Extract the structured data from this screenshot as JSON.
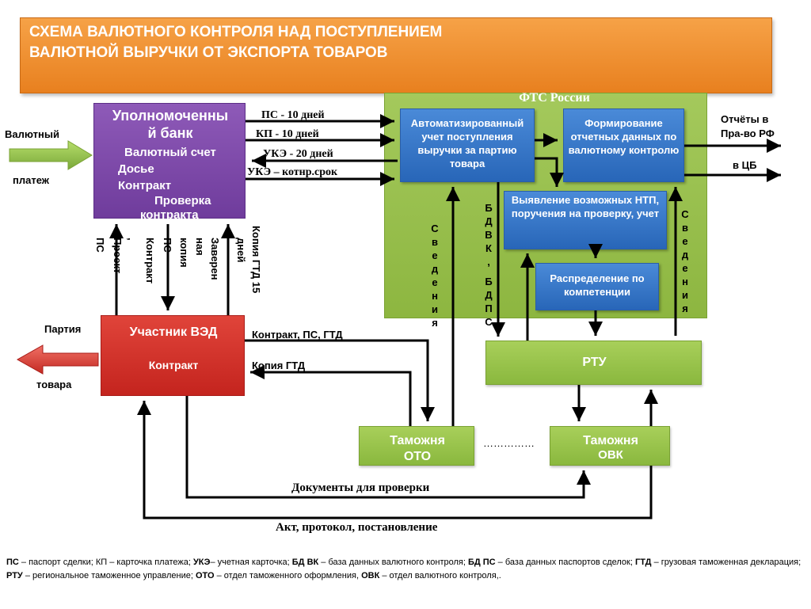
{
  "title": {
    "line1": "СХЕМА  ВАЛЮТНОГО КОНТРОЛЯ  НАД  ПОСТУПЛЕНИЕМ",
    "line2": "ВАЛЮТНОЙ ВЫРУЧКИ  ОТ ЭКСПОРТА  ТОВАРОВ"
  },
  "fts": {
    "label": "ФТС России"
  },
  "bank": {
    "title1": "Уполномоченны",
    "title2": "й банк",
    "item1": "Валютный счет",
    "item2": "Досье",
    "item3": "Контракт",
    "item4": "Проверка",
    "item5": "контракта"
  },
  "ved": {
    "title": "Участник ВЭД",
    "sub": "Контракт"
  },
  "boxes": {
    "auto": "Автоматизированный учет поступления выручки за партию товара",
    "form": "Формирование отчетных данных по валютному контролю",
    "detect": "Выявление возможных НТП, поручения на проверку, учет",
    "distrib": "Распределение по компетенции",
    "rtu": "РТУ",
    "oto1": "Таможня",
    "oto2": "ОТО",
    "ovk1": "Таможня",
    "ovk2": "ОВК"
  },
  "labels": {
    "payment1": "Валютный",
    "payment2": "платеж",
    "party": "Партия",
    "goods": "товара",
    "ps10": "ПС - 10 дней",
    "kp10": "КП - 10 дней",
    "uke20": "УКЭ - 20 дней",
    "ukeK": "УКЭ – котнр.срок",
    "reports1": "Отчёты в",
    "reports2": "Пра-во РФ",
    "cb": "в ЦБ",
    "contractPsGtd": "Контракт, ПС, ГТД",
    "copyGtd": "Копия ГТД",
    "docs": "Документы для проверки",
    "act": "Акт, протокол, постановление",
    "dots": "……………",
    "vPs": "ПС",
    "vProject": "Проект",
    "vComma": ",",
    "vContract": "Контракт",
    "vPs2": "ПС",
    "vCopy1": "копия",
    "vCopy2": "ная",
    "vCopy3": "Заверен",
    "vGtd1": "Копия ГТД 15",
    "vGtd2": "дней",
    "svedLeft": "Сведения",
    "svedRight": "Сведения",
    "bdvk1": "БДВК,",
    "bdvk2": "БДПС"
  },
  "legend": {
    "t1": "ПС",
    "d1": " – паспорт сделки; КП – карточка платежа; ",
    "t2": "УКЭ",
    "d2": "– учетная карточка; ",
    "t3": "БД ВК",
    "d3": " – база данных валютного контроля; ",
    "t4": "БД ПС",
    "d4": " – база данных паспортов сделок; ",
    "t5": "ГТД",
    "d5": " – грузовая таможенная декларация; ",
    "t6": "РТУ",
    "d6": " – региональное таможенное управление; ",
    "t7": "ОТО",
    "d7": " – отдел таможенного оформления, ",
    "t8": "ОВК",
    "d8": " – отдел валютного контроля,."
  },
  "colors": {
    "orange": "#e8801f",
    "green": "#8db640",
    "blue": "#2866b8",
    "purple": "#6f3c9c",
    "red": "#c4241e"
  }
}
